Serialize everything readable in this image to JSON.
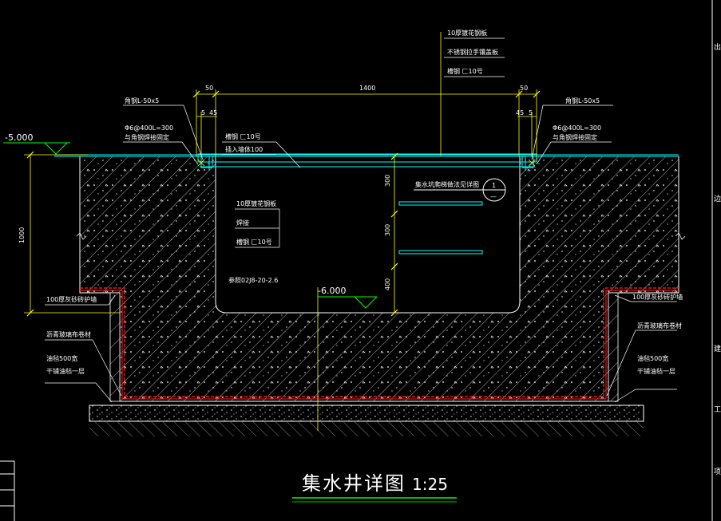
{
  "title": {
    "main": "集水井详图",
    "scale": "1:25"
  },
  "elevations": {
    "top": "-5.000",
    "bottom": "-6.000"
  },
  "dimensions": {
    "top_left_50": "50",
    "top_width": "1400",
    "top_right_50": "50",
    "left_5": "5",
    "left_45": "45",
    "right_45": "45",
    "right_5": "5",
    "left_height": "1000",
    "right_300a": "300",
    "right_300b": "300",
    "right_400": "400"
  },
  "labels": {
    "plate_top_1": "10厚镀花钢板",
    "plate_top_2": "不锈钢拉手镶盖板",
    "plate_top_3": "槽钢 匚10号",
    "angle_left": "角钢L-50x5",
    "angle_right": "角钢L-50x5",
    "bar_left_1": "Φ6@400L=300",
    "bar_left_2": "与角钢焊接固定",
    "bar_right_1": "Φ6@400L=300",
    "bar_right_2": "与角钢焊接固定",
    "channel_1": "槽钢 匚10号",
    "channel_2": "插入墙体100",
    "cover_1": "10厚镀花钢板",
    "cover_2": "焊接",
    "cover_3": "槽钢 匚10号",
    "ladder": "集水坑爬梯做法见详图",
    "ref": "参照02J8-20-2.6",
    "wall_left": "100厚灰砂砖护墙",
    "wall_right": "100厚灰砂砖护墙",
    "membrane_left": "沥青玻璃布卷材",
    "membrane_right": "沥青玻璃布卷材",
    "joint_left_1": "油毡500宽",
    "joint_left_2": "干铺油毡一层",
    "joint_right_1": "油毡500宽",
    "joint_right_2": "干铺油毡一层",
    "ladder_symbol": "1",
    "ladder_symbol_sub": "—"
  },
  "side_panel": {
    "items": [
      "出",
      "边",
      "建",
      "工",
      "项"
    ]
  },
  "colors": {
    "background": "#000000",
    "hatch": "#ffffff",
    "dimension": "#ffff00",
    "structure": "#00ffff",
    "waterproof": "#ff2020",
    "title": "#ffffff",
    "underline": "#00ff00"
  }
}
